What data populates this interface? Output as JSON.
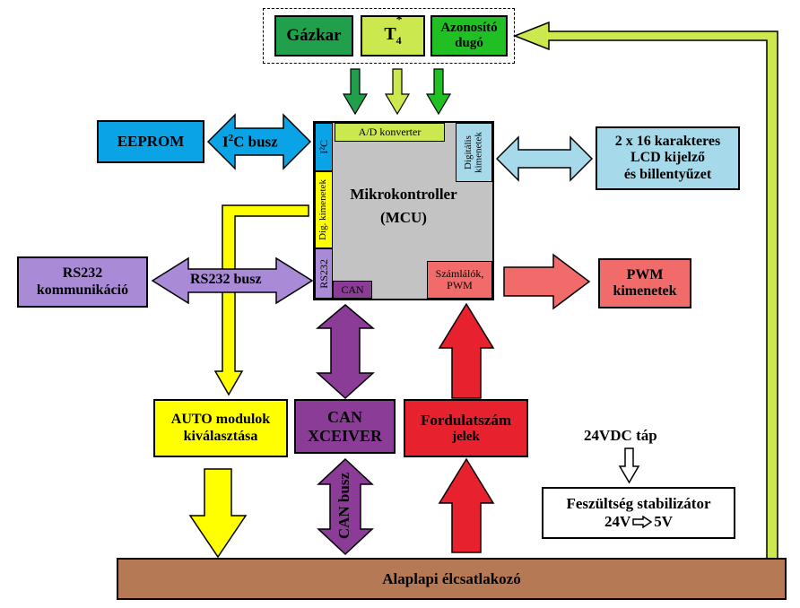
{
  "top": {
    "gaz": "Gázkar",
    "t4_base": "T",
    "t4_sub": "4",
    "t4_sup": "*",
    "azon_line1": "Azonosító",
    "azon_line2": "dugó"
  },
  "eeprom": "EEPROM",
  "i2c_bus": {
    "prefix": "I",
    "sup": "2",
    "suffix": "C busz"
  },
  "lcd": {
    "line1": "2 x 16 karakteres",
    "line2": "LCD kijelző",
    "line3": "és billentyűzet"
  },
  "mcu": {
    "line1": "Mikrokontroller",
    "line2": "(MCU)",
    "ad": "A/D konverter",
    "i2c_sub": "I²C",
    "dig_out": "Digitális kimenetek",
    "dig_in": "Dig. kimenetek",
    "rs232_sub": "RS232",
    "can_sub": "CAN",
    "counters_line1": "Számlálók,",
    "counters_line2": "PWM"
  },
  "rs232": {
    "line1": "RS232",
    "line2": "kommunikáció",
    "bus": "RS232 busz"
  },
  "pwm": {
    "line1": "PWM",
    "line2": "kimenetek"
  },
  "auto": {
    "line1": "AUTO modulok",
    "line2": "kiválasztása"
  },
  "can_xceiver": {
    "line1": "CAN",
    "line2": "XCEIVER"
  },
  "can_bus": "CAN busz",
  "fordulat": {
    "line1": "Fordulatszám",
    "line2": "jelek"
  },
  "power": {
    "supply": "24VDC táp",
    "reg_line1": "Feszültség stabilizátor",
    "reg_in": "24V",
    "reg_out": "5V"
  },
  "base": "Alaplapi élcsatlakozó",
  "colors": {
    "dark_green": "#21a04b",
    "lime": "#cbe84e",
    "bright_green": "#20c025",
    "blue": "#0aa3e6",
    "light_blue": "#a6daea",
    "gray": "#c3c3c3",
    "purple": "#a98ad6",
    "dark_purple": "#8b3c97",
    "yellow": "#ffff00",
    "red": "#e8212e",
    "salmon": "#f26b6b",
    "brown": "#b67955"
  }
}
